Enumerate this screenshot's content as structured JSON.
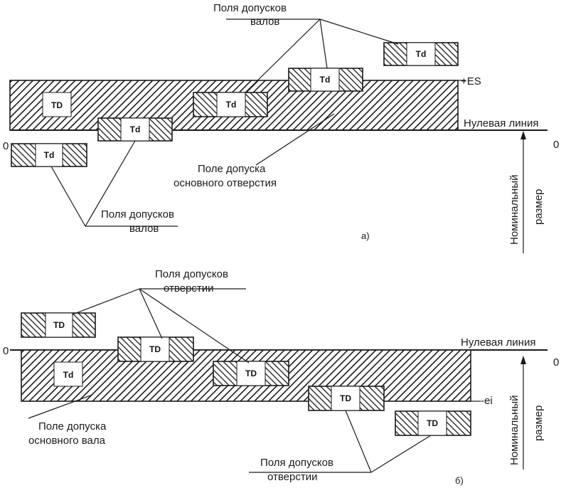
{
  "diagram_a": {
    "zero_line_label": "Нулевая линия",
    "zero_left": "0",
    "zero_right": "0",
    "upper_deviation_label": "+ES",
    "main_field_label_line1": "Поле допуска",
    "main_field_label_line2": "основного отверстия",
    "fields_top_label_line1": "Поля допусков",
    "fields_top_label_line2": "валов",
    "fields_bottom_label_line1": "Поля допусков",
    "fields_bottom_label_line2": "валов",
    "nominal_label_line1": "Номинальный",
    "nominal_label_line2": "размер",
    "caption": "а)",
    "main_box_label": "TD",
    "shaft_box_label": "Td"
  },
  "diagram_b": {
    "zero_line_label": "Нулевая линия",
    "zero_left": "0",
    "zero_right": "0",
    "lower_deviation_label": "-ei",
    "main_field_label_line1": "Поле допуска",
    "main_field_label_line2": "основного вала",
    "fields_top_label_line1": "Поля допусков",
    "fields_top_label_line2": "отверстии",
    "fields_bottom_label_line1": "Поля допусков",
    "fields_bottom_label_line2": "отверстии",
    "nominal_label_line1": "Номинальный",
    "nominal_label_line2": "размер",
    "caption": "б)",
    "main_box_label": "Td",
    "hole_box_label": "TD"
  }
}
